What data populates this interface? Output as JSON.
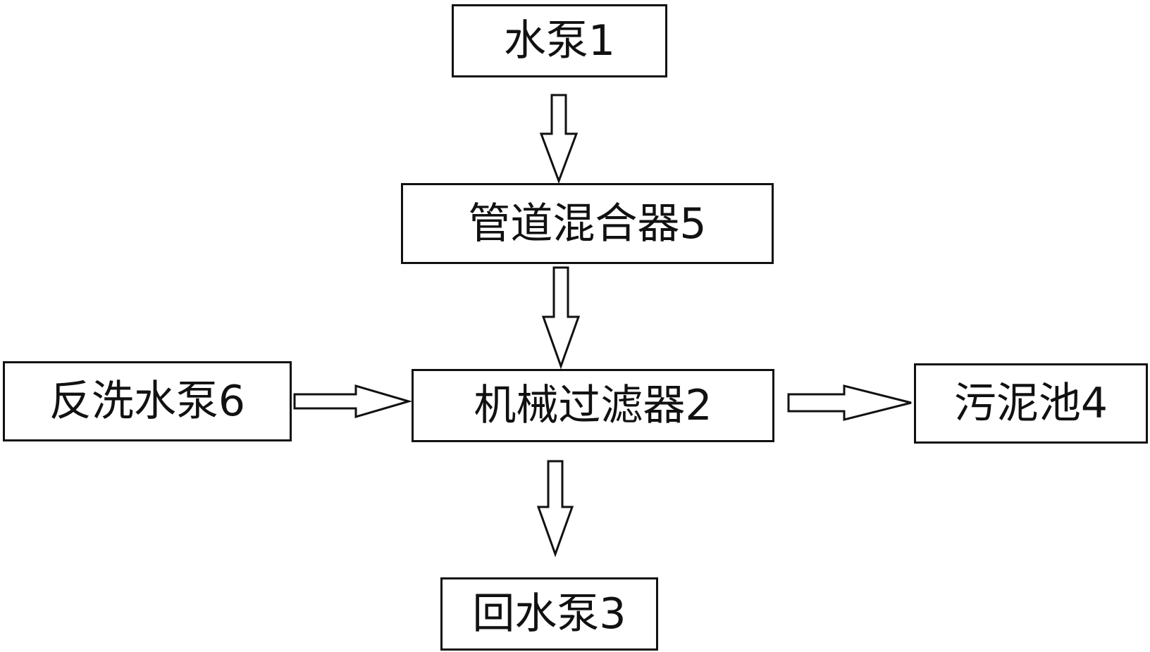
{
  "diagram": {
    "nodes": {
      "water_pump": "水泵1",
      "pipe_mixer": "管道混合器5",
      "mechanical_filter": "机械过滤器2",
      "backwash_pump": "反洗水泵6",
      "sludge_tank": "污泥池4",
      "return_pump": "回水泵3"
    },
    "edges": [
      {
        "from": "water_pump",
        "to": "pipe_mixer"
      },
      {
        "from": "pipe_mixer",
        "to": "mechanical_filter"
      },
      {
        "from": "backwash_pump",
        "to": "mechanical_filter"
      },
      {
        "from": "mechanical_filter",
        "to": "sludge_tank"
      },
      {
        "from": "mechanical_filter",
        "to": "return_pump"
      }
    ],
    "colors": {
      "line": "#111111",
      "background": "#ffffff"
    }
  }
}
